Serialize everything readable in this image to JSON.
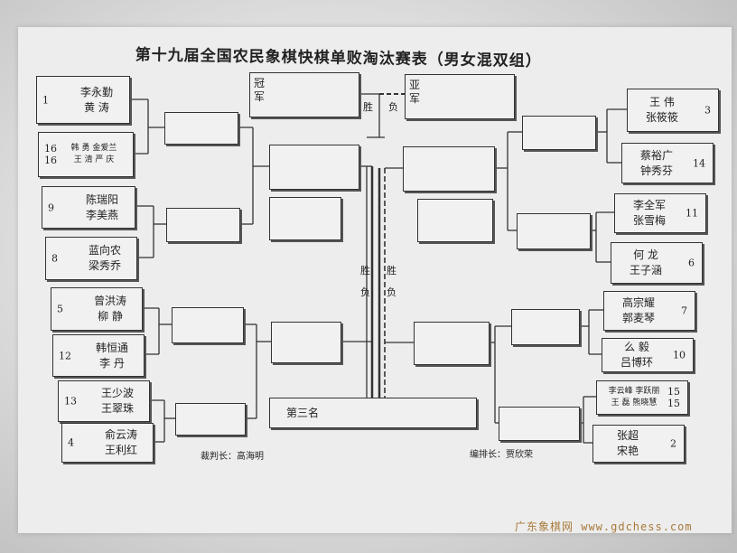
{
  "title": "第十九届全国农民象棋快棋单败淘汰赛表（男女混双组）",
  "champion_label": "冠\n军",
  "runner_up_label": "亚\n军",
  "win_label": "胜",
  "lose_label": "负",
  "third_place_label": "第三名",
  "left_entries": [
    {
      "seed": "1",
      "names": [
        "李永勤",
        "黄 涛"
      ]
    },
    {
      "seed": "16\n16",
      "names": [
        "韩 勇  金爱兰",
        "王 清  严 庆"
      ],
      "small": true
    },
    {
      "seed": "9",
      "names": [
        "陈瑞阳",
        "李美燕"
      ]
    },
    {
      "seed": "8",
      "names": [
        "蓝向农",
        "梁秀乔"
      ]
    },
    {
      "seed": "5",
      "names": [
        "曾洪涛",
        "柳 静"
      ]
    },
    {
      "seed": "12",
      "names": [
        "韩恒通",
        "李 丹"
      ]
    },
    {
      "seed": "13",
      "names": [
        "王少波",
        "王翠珠"
      ]
    },
    {
      "seed": "4",
      "names": [
        "俞云涛",
        "王利红"
      ]
    }
  ],
  "right_entries": [
    {
      "seed": "3",
      "names": [
        "王 伟",
        "张筱筱"
      ]
    },
    {
      "seed": "14",
      "names": [
        "蔡裕广",
        "钟秀芬"
      ]
    },
    {
      "seed": "11",
      "names": [
        "李全军",
        "张雪梅"
      ]
    },
    {
      "seed": "6",
      "names": [
        "何 龙",
        "王子涵"
      ]
    },
    {
      "seed": "7",
      "names": [
        "高宗耀",
        "郭麦琴"
      ]
    },
    {
      "seed": "10",
      "names": [
        "么 毅",
        "吕博环"
      ]
    },
    {
      "seed": "15\n15",
      "names": [
        "李云峰  李跃丽",
        "王 磊  熊晓慧"
      ],
      "small": true
    },
    {
      "seed": "2",
      "names": [
        "张超",
        "宋艳"
      ]
    }
  ],
  "referee": "裁判长：高海明",
  "scheduler": "编排长：贾欣荣",
  "watermark": "广东象棋网 www.gdchess.com"
}
